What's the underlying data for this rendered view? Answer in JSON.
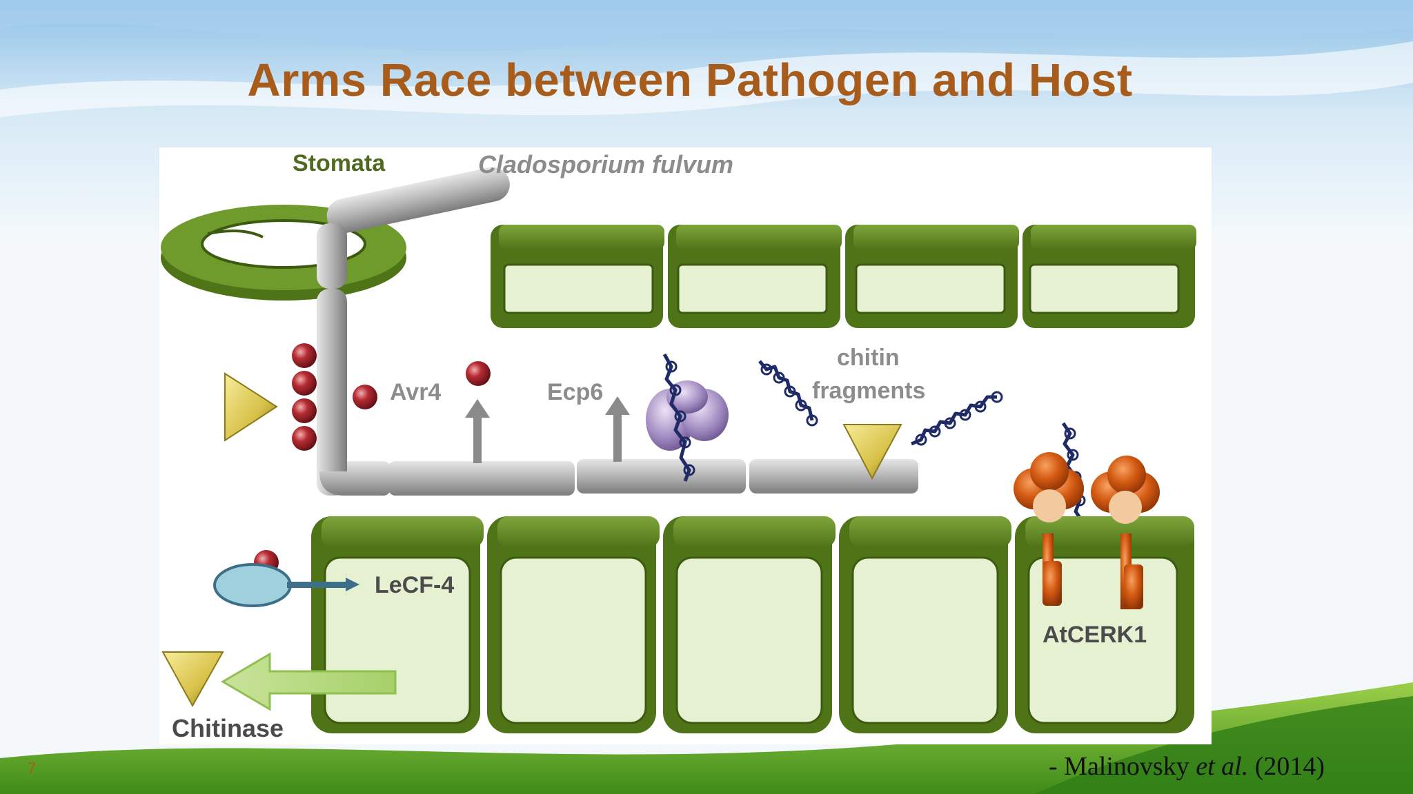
{
  "slide": {
    "title": "Arms Race between Pathogen and Host",
    "page_number": "7",
    "citation_prefix": "- Malinovsky",
    "citation_etal": "et al.",
    "citation_year": "(2014)"
  },
  "diagram": {
    "labels": {
      "stomata": "Stomata",
      "pathogen": "Cladosporium fulvum",
      "avr4": "Avr4",
      "ecp6": "Ecp6",
      "chitin_line1": "chitin",
      "chitin_line2": "fragments",
      "lecf4": "LeCF-4",
      "chitinase": "Chitinase",
      "atcerk1": "AtCERK1"
    },
    "colors": {
      "title": "#a85c1c",
      "cell_wall": "#4f7418",
      "cell_interior": "#e6f1d2",
      "hypha": "#a9a9a9",
      "avr4_bead": "#9a1d24",
      "chitinase": "#d8c24a",
      "ecp6": "#a58fc4",
      "receptor": "#d35a12",
      "chitin": "#1e2b66"
    }
  }
}
